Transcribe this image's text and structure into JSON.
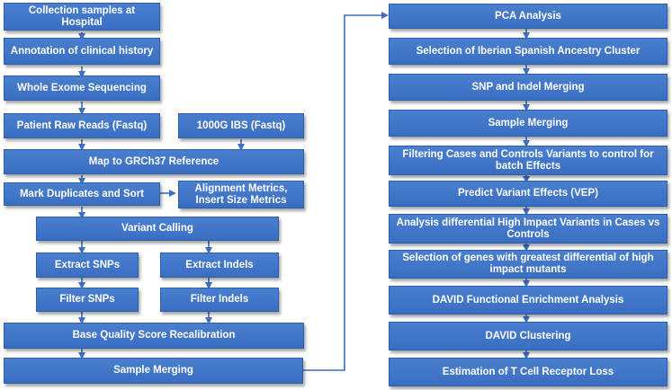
{
  "left_steps": {
    "collection": "Collection samples at Hospital",
    "annotation": "Annotation of clinical history",
    "wes": "Whole Exome Sequencing",
    "patient_reads": "Patient Raw Reads (Fastq)",
    "ibs_reads": "1000G IBS (Fastq)",
    "map": "Map to GRCh37 Reference",
    "mark_dup": "Mark Duplicates and Sort",
    "align_metrics": "Alignment Metrics, Insert Size Metrics",
    "variant_calling": "Variant Calling",
    "extract_snps": "Extract SNPs",
    "extract_indels": "Extract Indels",
    "filter_snps": "Filter SNPs",
    "filter_indels": "Filter Indels",
    "bqsr": "Base Quality Score Recalibration",
    "sample_merging": "Sample Merging"
  },
  "right_steps": [
    "PCA Analysis",
    "Selection of Iberian Spanish Ancestry Cluster",
    "SNP and Indel Merging",
    "Sample Merging",
    "Filtering Cases and Controls Variants to control for batch Effects",
    "Predict Variant Effects (VEP)",
    "Analysis differential High Impact Variants in Cases vs Controls",
    "Selection of genes with greatest differential of high impact mutants",
    "DAVID Functional Enrichment Analysis",
    "DAVID Clustering",
    "Estimation of T Cell Receptor Loss"
  ],
  "colors": {
    "box": "#3f74c8",
    "arrow": "#3c6fc2",
    "text": "#ffffff"
  }
}
